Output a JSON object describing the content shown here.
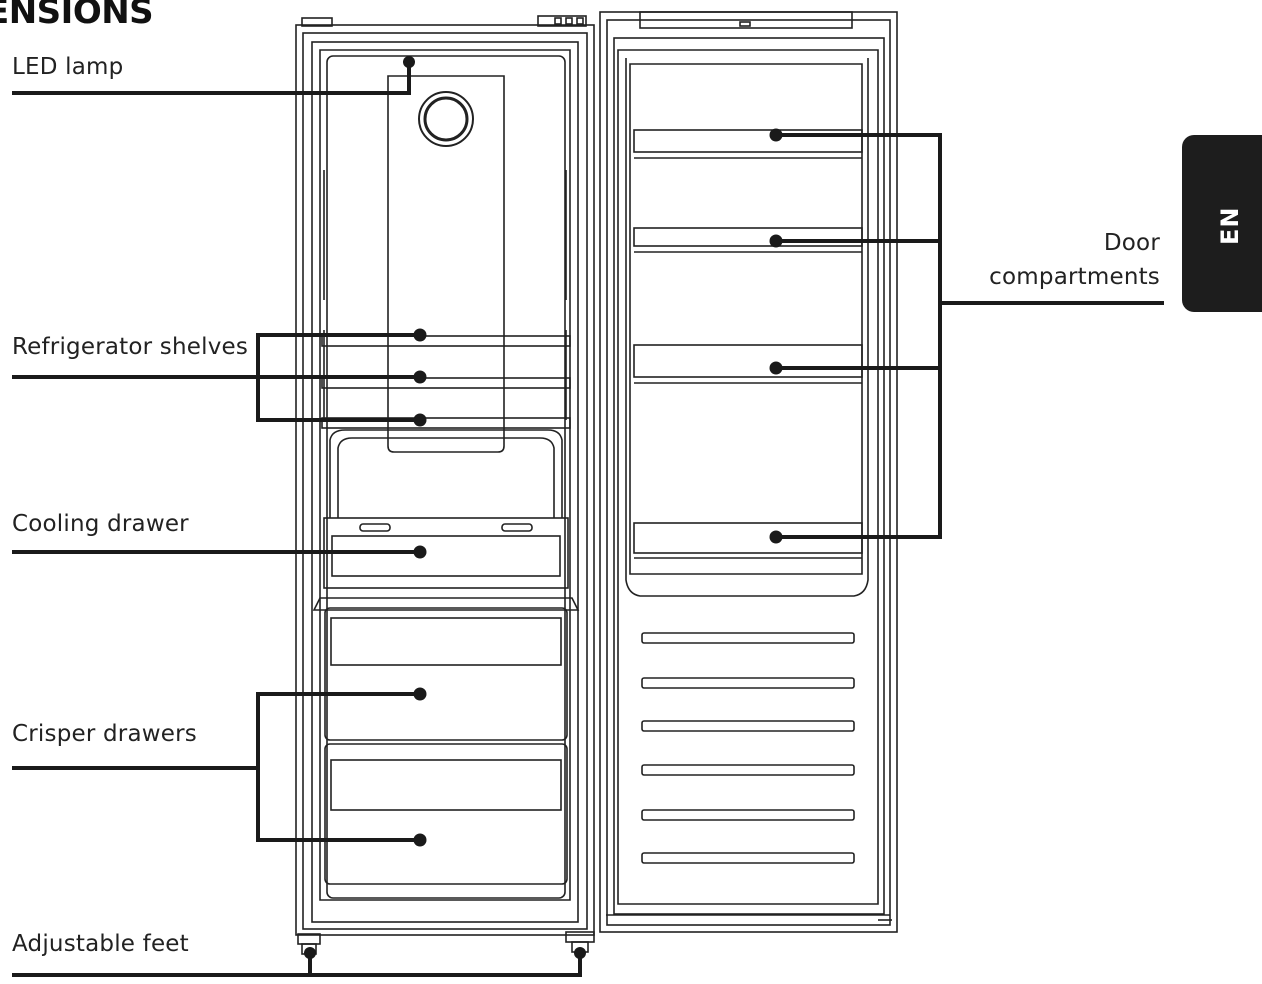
{
  "title": "ENSIONS",
  "language_tab": "EN",
  "labels": {
    "led_lamp": "LED lamp",
    "refrigerator_shelves": "Refrigerator shelves",
    "cooling_drawer": "Cooling drawer",
    "crisper_drawers": "Crisper drawers",
    "adjustable_feet": "Adjustable feet",
    "door_line1": "Door",
    "door_line2": "compartments"
  },
  "colors": {
    "line": "#1a1a1a",
    "tab_background": "#1d1d1d",
    "tab_text": "#ffffff"
  }
}
